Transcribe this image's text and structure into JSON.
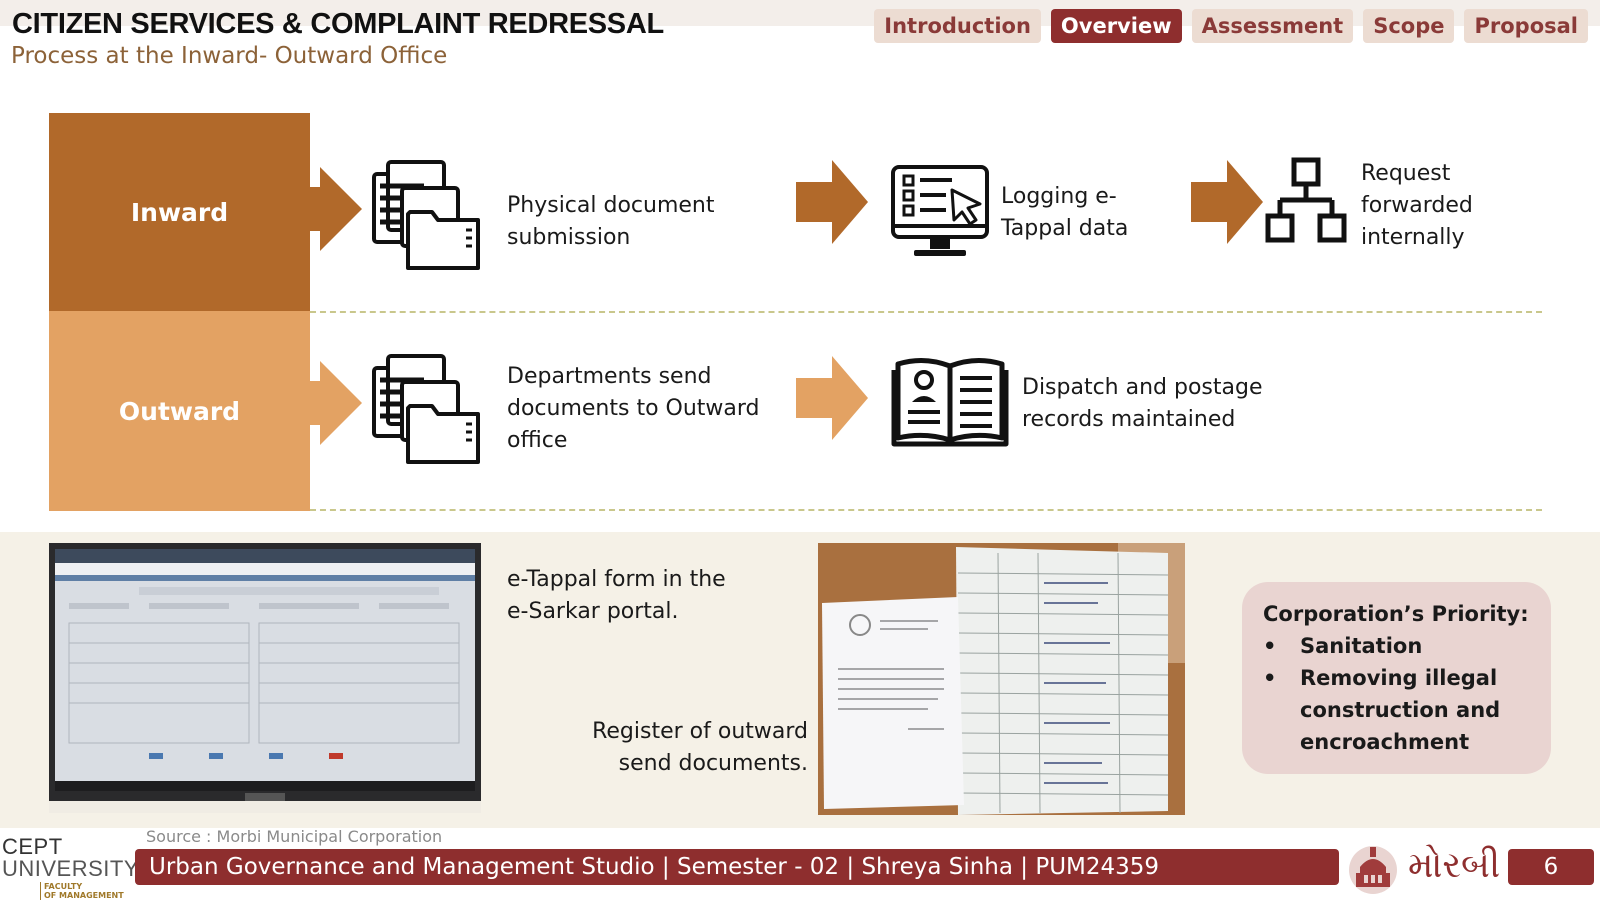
{
  "header": {
    "title": "CITIZEN SERVICES & COMPLAINT REDRESSAL",
    "subtitle": "Process at the Inward- Outward Office"
  },
  "nav": {
    "tabs": [
      {
        "label": "Introduction",
        "active": false
      },
      {
        "label": "Overview",
        "active": true
      },
      {
        "label": "Assessment",
        "active": false
      },
      {
        "label": "Scope",
        "active": false
      },
      {
        "label": "Proposal",
        "active": false
      }
    ]
  },
  "flow": {
    "inward": {
      "label": "Inward",
      "steps": [
        {
          "text": "Physical document submission",
          "icon": "documents-folder-icon"
        },
        {
          "text": "Logging e-Tappal data",
          "icon": "monitor-checklist-icon"
        },
        {
          "text": "Request forwarded internally",
          "icon": "hierarchy-icon"
        }
      ]
    },
    "outward": {
      "label": "Outward",
      "steps": [
        {
          "text": "Departments send documents to Outward office",
          "icon": "documents-folder-icon"
        },
        {
          "text": "Dispatch and postage records maintained",
          "icon": "open-register-icon"
        }
      ]
    }
  },
  "photos": {
    "etappal_caption": "e-Tappal form in the e-Sarkar portal.",
    "register_caption": "Register of outward send documents."
  },
  "priority": {
    "title": "Corporation’s Priority:",
    "bullet": "•",
    "items": [
      "Sanitation",
      "Removing illegal construction and encroachment"
    ]
  },
  "source": "Source : Morbi Municipal Corporation",
  "logo": {
    "line1": "CEPT",
    "line2": "UNIVERSITY",
    "line3": "FACULTY",
    "line4": "OF MANAGEMENT"
  },
  "footer": {
    "text": "Urban Governance and Management Studio | Semester - 02 | Shreya Sinha | PUM24359",
    "city": "મોરબી",
    "page": "6"
  },
  "colors": {
    "brand": "#8e2e2e",
    "inward": "#b1692a",
    "outward": "#e3a263",
    "band": "#f5f1e7",
    "priority_bg": "#e9d4d1"
  }
}
